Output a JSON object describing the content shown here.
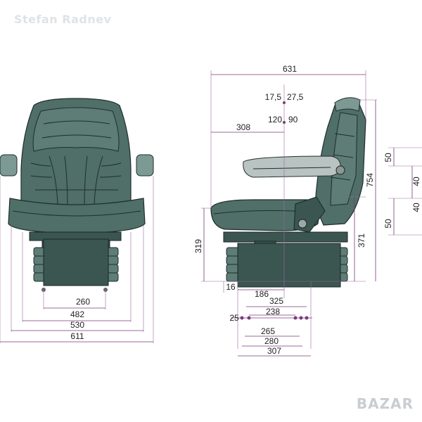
{
  "watermark": "Stefan Radnev",
  "logo": "BAZAR",
  "front_view": {
    "dims": [
      "260",
      "482",
      "530",
      "611"
    ]
  },
  "side_view": {
    "dims": {
      "overall_width": "631",
      "offset_a": "17,5",
      "offset_b": "27,5",
      "offset_c": "120",
      "offset_d": "90",
      "front_depth": "308",
      "rail_16": "16",
      "rail_186": "186",
      "rail_325": "325",
      "rail_238": "238",
      "rail_25": "25",
      "rail_265": "265",
      "rail_280": "280",
      "rail_307": "307",
      "height_319": "319",
      "height_371": "371",
      "height_754": "754",
      "adj_50_top": "50",
      "adj_40_top": "40",
      "adj_40_bottom": "40",
      "adj_50_bottom": "50"
    }
  },
  "colors": {
    "seat": "#4f6f68",
    "dimension_line": "#7a3a7a"
  }
}
